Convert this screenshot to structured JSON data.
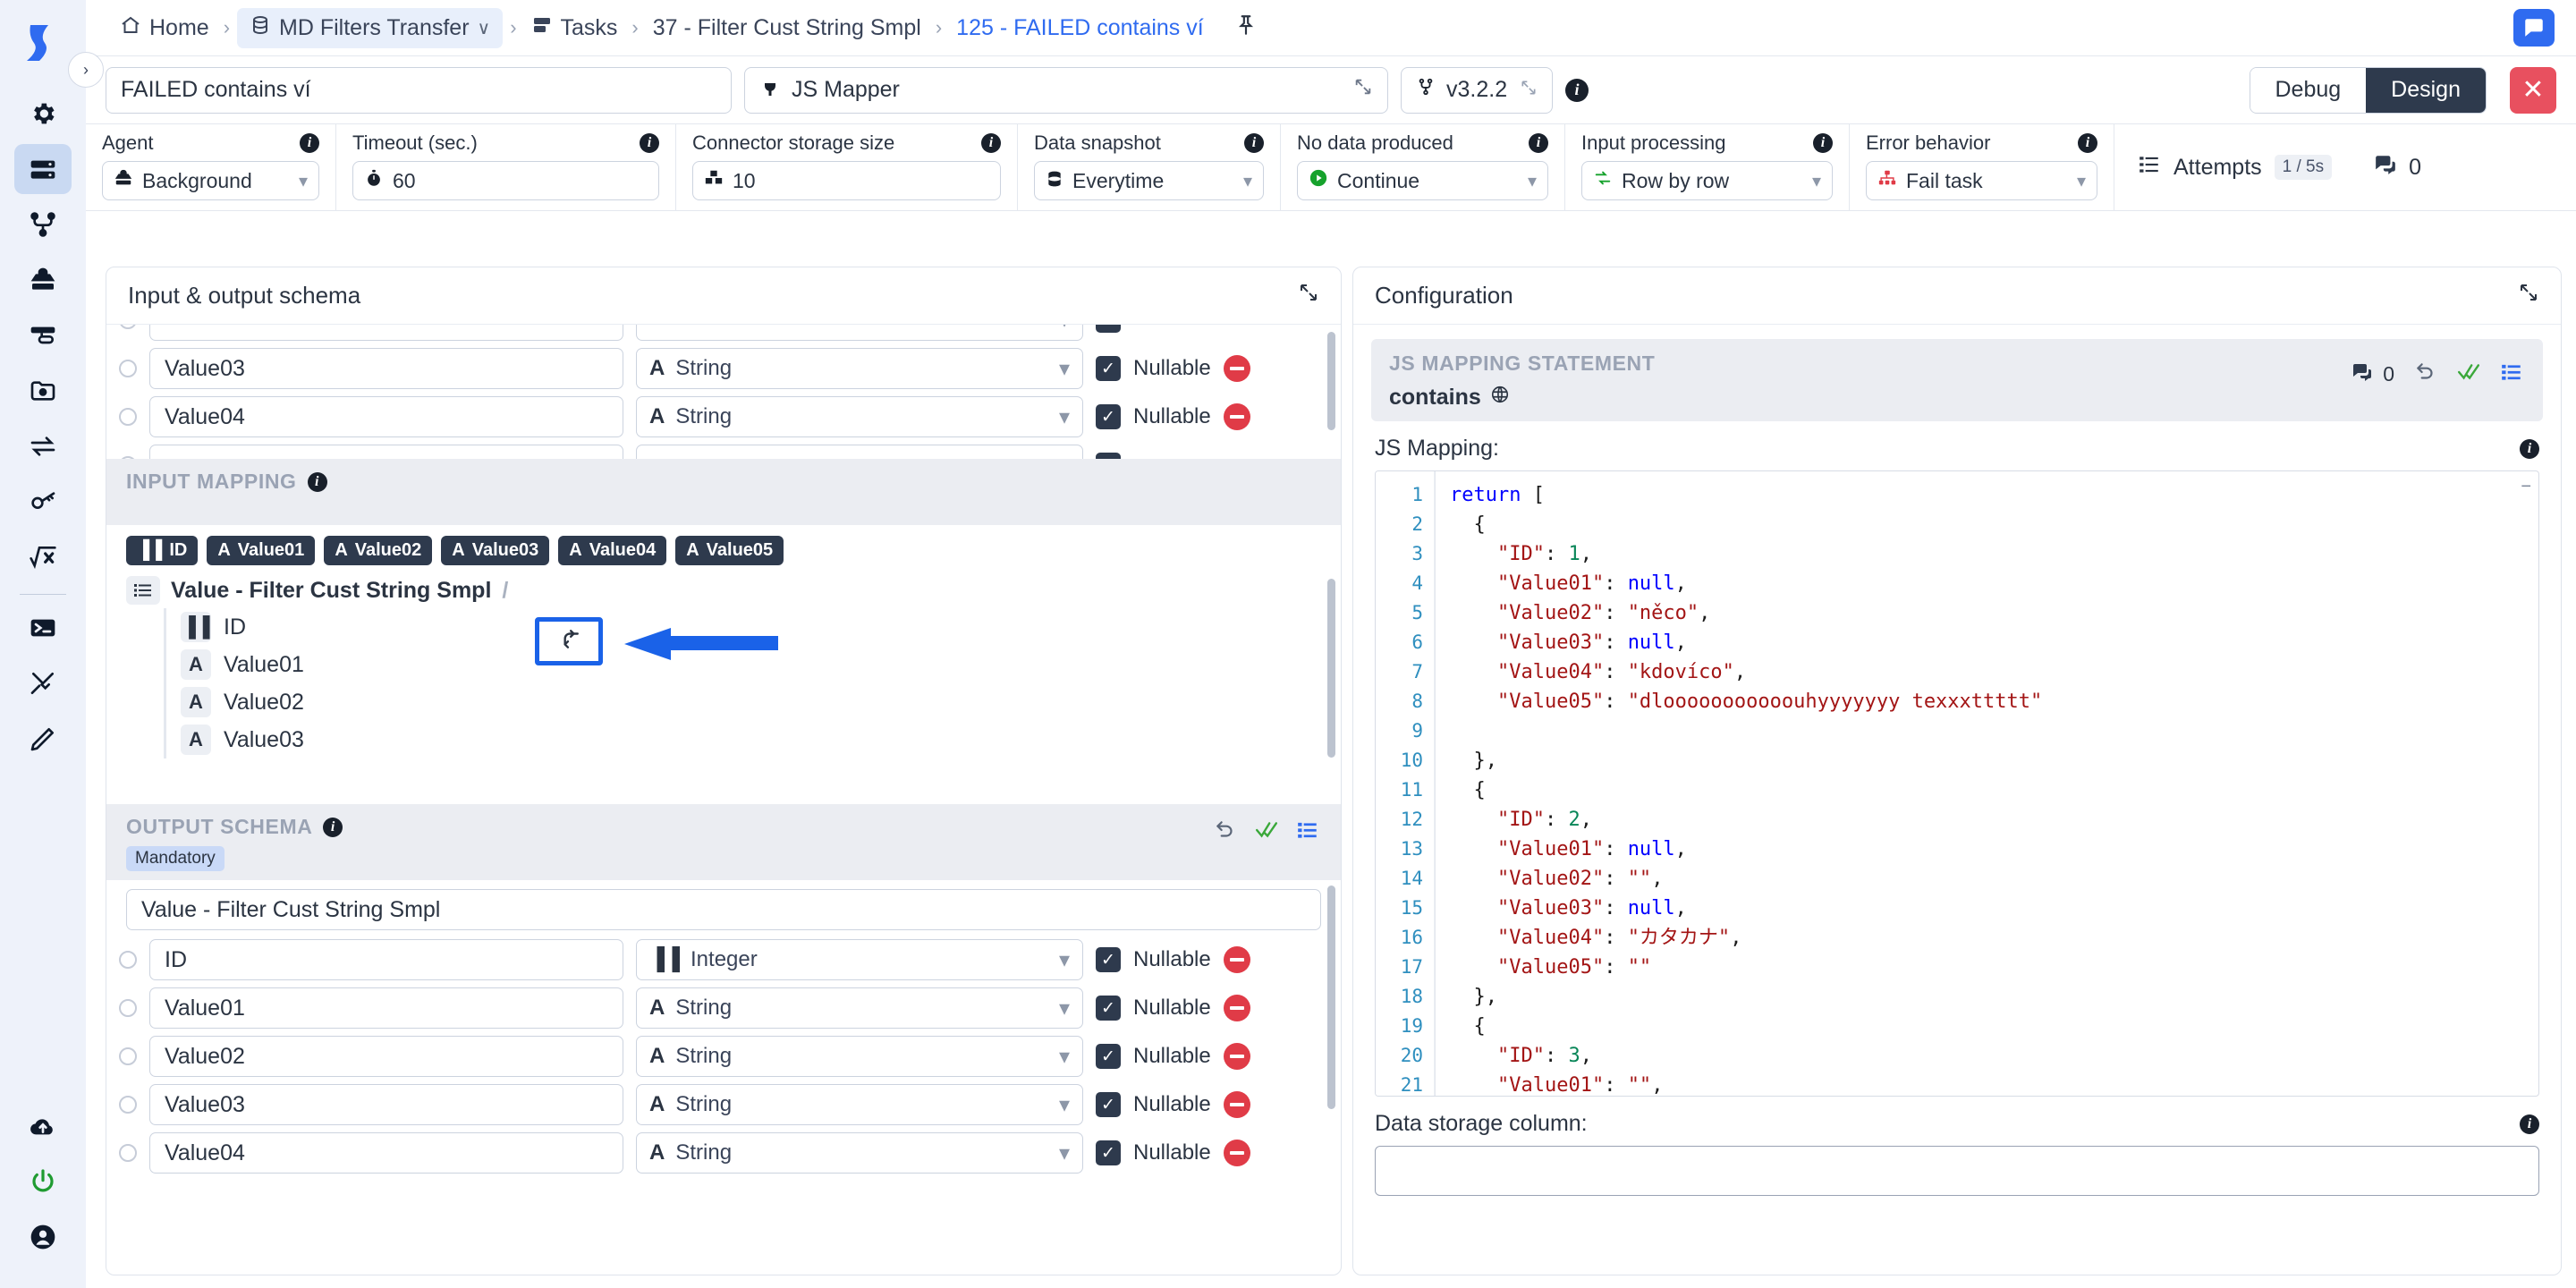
{
  "breadcrumb": {
    "items": [
      {
        "label": "Home",
        "icon": "home-icon",
        "type": "plain"
      },
      {
        "label": "MD Filters Transfer",
        "icon": "database-icon",
        "type": "boxed",
        "caret": "∨"
      },
      {
        "label": "Tasks",
        "icon": "tasks-icon",
        "type": "plain"
      },
      {
        "label": "37 - Filter Cust String Smpl",
        "icon": "",
        "type": "plain"
      },
      {
        "label": "125 - FAILED contains ví",
        "icon": "",
        "type": "link"
      }
    ],
    "separator": "›",
    "pin_icon": "pin-icon",
    "chat_icon": "chat-icon"
  },
  "titlebar": {
    "task_name": "FAILED contains ví",
    "connector_name": "JS Mapper",
    "connector_icon": "plug-icon",
    "version": "v3.2.2",
    "version_icon": "branch-icon",
    "expand_icon": "expand-icon",
    "info_icon": "info-icon",
    "mode_debug": "Debug",
    "mode_design": "Design",
    "active_mode": "Design",
    "close_label": "✕"
  },
  "properties": [
    {
      "label": "Agent",
      "value": "Background",
      "icon": "agent-icon",
      "control": "select"
    },
    {
      "label": "Timeout (sec.)",
      "value": "60",
      "icon": "timer-icon",
      "control": "input"
    },
    {
      "label": "Connector storage size",
      "value": "10",
      "icon": "storage-icon",
      "control": "input"
    },
    {
      "label": "Data snapshot",
      "value": "Everytime",
      "icon": "snapshot-icon",
      "control": "select"
    },
    {
      "label": "No data produced",
      "value": "Continue",
      "icon": "play-icon",
      "control": "select"
    },
    {
      "label": "Input processing",
      "value": "Row by row",
      "icon": "rowbyrow-icon",
      "control": "select"
    },
    {
      "label": "Error behavior",
      "value": "Fail task",
      "icon": "failtask-icon",
      "control": "select"
    }
  ],
  "attempts": {
    "label": "Attempts",
    "badge": "1 / 5s",
    "icon": "list-icon"
  },
  "comments": {
    "count": "0",
    "icon": "comments-icon"
  },
  "left_panel": {
    "title": "Input & output schema",
    "expand_icon": "expand-icon",
    "top_rows": [
      {
        "name": "Value03",
        "type": "String",
        "glyph": "A",
        "nullable": "Nullable"
      },
      {
        "name": "Value04",
        "type": "String",
        "glyph": "A",
        "nullable": "Nullable"
      }
    ],
    "input_mapping": {
      "title": "INPUT MAPPING",
      "chips": [
        {
          "label": "ID",
          "glyph": "▐▐"
        },
        {
          "label": "Value01",
          "glyph": "A"
        },
        {
          "label": "Value02",
          "glyph": "A"
        },
        {
          "label": "Value03",
          "glyph": "A"
        },
        {
          "label": "Value04",
          "glyph": "A"
        },
        {
          "label": "Value05",
          "glyph": "A"
        }
      ],
      "root_label": "Value - Filter Cust String Smpl",
      "root_icon": "list-tree-icon",
      "mapping_icon": "merge-icon",
      "items": [
        {
          "label": "ID",
          "glyph": "▐▐"
        },
        {
          "label": "Value01",
          "glyph": "A"
        },
        {
          "label": "Value02",
          "glyph": "A"
        },
        {
          "label": "Value03",
          "glyph": "A"
        }
      ]
    },
    "output_schema": {
      "title": "OUTPUT SCHEMA",
      "mandatory_chip": "Mandatory",
      "root_value": "Value - Filter Cust String Smpl",
      "actions": [
        "undo-icon",
        "check-all-icon",
        "list-icon"
      ],
      "rows": [
        {
          "name": "ID",
          "type": "Integer",
          "glyph": "▐▐",
          "nullable": "Nullable"
        },
        {
          "name": "Value01",
          "type": "String",
          "glyph": "A",
          "nullable": "Nullable"
        },
        {
          "name": "Value02",
          "type": "String",
          "glyph": "A",
          "nullable": "Nullable"
        },
        {
          "name": "Value03",
          "type": "String",
          "glyph": "A",
          "nullable": "Nullable"
        },
        {
          "name": "Value04",
          "type": "String",
          "glyph": "A",
          "nullable": "Nullable"
        }
      ]
    }
  },
  "right_panel": {
    "title": "Configuration",
    "expand_icon": "expand-icon",
    "section_title": "JS MAPPING STATEMENT",
    "statement_name": "contains",
    "statement_icon": "globe-icon",
    "comments_count": "0",
    "actions": [
      "comments-icon",
      "undo-icon",
      "check-all-icon",
      "list-icon"
    ],
    "js_mapping_label": "JS Mapping:",
    "info_icon": "info-icon",
    "code_lines": [
      {
        "n": 1,
        "tokens": [
          {
            "t": "kw",
            "v": "return"
          },
          {
            "t": "pun",
            "v": " ["
          }
        ]
      },
      {
        "n": 2,
        "tokens": [
          {
            "t": "pun",
            "v": "  {"
          }
        ]
      },
      {
        "n": 3,
        "tokens": [
          {
            "t": "key",
            "v": "    \"ID\""
          },
          {
            "t": "pun",
            "v": ": "
          },
          {
            "t": "num",
            "v": "1"
          },
          {
            "t": "pun",
            "v": ","
          }
        ]
      },
      {
        "n": 4,
        "tokens": [
          {
            "t": "key",
            "v": "    \"Value01\""
          },
          {
            "t": "pun",
            "v": ": "
          },
          {
            "t": "null",
            "v": "null"
          },
          {
            "t": "pun",
            "v": ","
          }
        ]
      },
      {
        "n": 5,
        "tokens": [
          {
            "t": "key",
            "v": "    \"Value02\""
          },
          {
            "t": "pun",
            "v": ": "
          },
          {
            "t": "str",
            "v": "\"něco\""
          },
          {
            "t": "pun",
            "v": ","
          }
        ]
      },
      {
        "n": 6,
        "tokens": [
          {
            "t": "key",
            "v": "    \"Value03\""
          },
          {
            "t": "pun",
            "v": ": "
          },
          {
            "t": "null",
            "v": "null"
          },
          {
            "t": "pun",
            "v": ","
          }
        ]
      },
      {
        "n": 7,
        "tokens": [
          {
            "t": "key",
            "v": "    \"Value04\""
          },
          {
            "t": "pun",
            "v": ": "
          },
          {
            "t": "str",
            "v": "\"kdovíco\""
          },
          {
            "t": "pun",
            "v": ","
          }
        ]
      },
      {
        "n": 8,
        "tokens": [
          {
            "t": "key",
            "v": "    \"Value05\""
          },
          {
            "t": "pun",
            "v": ": "
          },
          {
            "t": "str",
            "v": "\"dlooooooooooouhyyyyyyy texxxttttt\""
          }
        ]
      },
      {
        "n": 9,
        "tokens": []
      },
      {
        "n": 10,
        "tokens": [
          {
            "t": "pun",
            "v": "  },"
          }
        ]
      },
      {
        "n": 11,
        "tokens": [
          {
            "t": "pun",
            "v": "  {"
          }
        ]
      },
      {
        "n": 12,
        "tokens": [
          {
            "t": "key",
            "v": "    \"ID\""
          },
          {
            "t": "pun",
            "v": ": "
          },
          {
            "t": "num",
            "v": "2"
          },
          {
            "t": "pun",
            "v": ","
          }
        ]
      },
      {
        "n": 13,
        "tokens": [
          {
            "t": "key",
            "v": "    \"Value01\""
          },
          {
            "t": "pun",
            "v": ": "
          },
          {
            "t": "null",
            "v": "null"
          },
          {
            "t": "pun",
            "v": ","
          }
        ]
      },
      {
        "n": 14,
        "tokens": [
          {
            "t": "key",
            "v": "    \"Value02\""
          },
          {
            "t": "pun",
            "v": ": "
          },
          {
            "t": "str",
            "v": "\"\""
          },
          {
            "t": "pun",
            "v": ","
          }
        ]
      },
      {
        "n": 15,
        "tokens": [
          {
            "t": "key",
            "v": "    \"Value03\""
          },
          {
            "t": "pun",
            "v": ": "
          },
          {
            "t": "null",
            "v": "null"
          },
          {
            "t": "pun",
            "v": ","
          }
        ]
      },
      {
        "n": 16,
        "tokens": [
          {
            "t": "key",
            "v": "    \"Value04\""
          },
          {
            "t": "pun",
            "v": ": "
          },
          {
            "t": "str",
            "v": "\"カタカナ\""
          },
          {
            "t": "pun",
            "v": ","
          }
        ]
      },
      {
        "n": 17,
        "tokens": [
          {
            "t": "key",
            "v": "    \"Value05\""
          },
          {
            "t": "pun",
            "v": ": "
          },
          {
            "t": "str",
            "v": "\"\""
          }
        ]
      },
      {
        "n": 18,
        "tokens": [
          {
            "t": "pun",
            "v": "  },"
          }
        ]
      },
      {
        "n": 19,
        "tokens": [
          {
            "t": "pun",
            "v": "  {"
          }
        ]
      },
      {
        "n": 20,
        "tokens": [
          {
            "t": "key",
            "v": "    \"ID\""
          },
          {
            "t": "pun",
            "v": ": "
          },
          {
            "t": "num",
            "v": "3"
          },
          {
            "t": "pun",
            "v": ","
          }
        ]
      },
      {
        "n": 21,
        "tokens": [
          {
            "t": "key",
            "v": "    \"Value01\""
          },
          {
            "t": "pun",
            "v": ": "
          },
          {
            "t": "str",
            "v": "\"\""
          },
          {
            "t": "pun",
            "v": ","
          }
        ]
      }
    ],
    "data_storage_label": "Data storage column:",
    "data_storage_value": ""
  },
  "rail": {
    "logo": "app-logo",
    "items": [
      {
        "icon": "gear-icon",
        "active": false
      },
      {
        "icon": "server-icon",
        "active": true
      },
      {
        "icon": "workflow-icon",
        "active": false
      },
      {
        "icon": "agents-icon",
        "active": false
      },
      {
        "icon": "connector-icon",
        "active": false
      },
      {
        "icon": "folder-gear-icon",
        "active": false
      },
      {
        "icon": "transfer-icon",
        "active": false
      },
      {
        "icon": "key-icon",
        "active": false
      },
      {
        "icon": "formula-icon",
        "active": false
      }
    ],
    "items2": [
      {
        "icon": "terminal-icon"
      },
      {
        "icon": "tools-icon"
      },
      {
        "icon": "pencil-icon"
      }
    ],
    "bottom": [
      {
        "icon": "cloud-upload-icon"
      },
      {
        "icon": "power-icon"
      },
      {
        "icon": "account-icon"
      }
    ],
    "collapse_icon": "chevron-right-icon"
  },
  "colors": {
    "accent": "#2f6bf0",
    "dark": "#2e3a4d",
    "danger": "#e8505f",
    "rail_bg": "#eef2fa",
    "annotation": "#1a62e8"
  }
}
